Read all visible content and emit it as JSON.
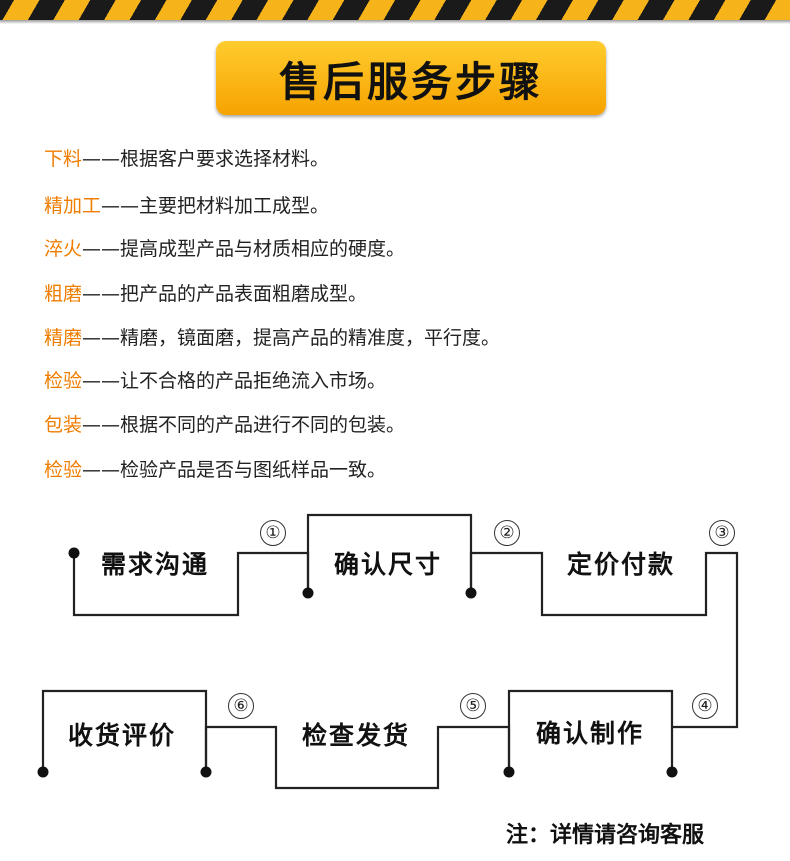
{
  "title": "售后服务步骤",
  "separator": "——",
  "steps": [
    {
      "name": "下料",
      "desc": "根据客户要求选择材料。"
    },
    {
      "name": "精加工",
      "desc": "主要把材料加工成型。"
    },
    {
      "name": "淬火",
      "desc": "提高成型产品与材质相应的硬度。"
    },
    {
      "name": "粗磨",
      "desc": "把产品的产品表面粗磨成型。"
    },
    {
      "name": "精磨",
      "desc": "精磨，镜面磨，提高产品的精准度，平行度。"
    },
    {
      "name": "检验",
      "desc": "让不合格的产品拒绝流入市场。"
    },
    {
      "name": "包装",
      "desc": "根据不同的产品进行不同的包装。"
    },
    {
      "name": "检验",
      "desc": "检验产品是否与图纸样品一致。"
    }
  ],
  "flow": {
    "stages": [
      "需求沟通",
      "确认尺寸",
      "定价付款",
      "确认制作",
      "检查发货",
      "收货评价"
    ],
    "markers": [
      "①",
      "②",
      "③",
      "④",
      "⑤",
      "⑥"
    ]
  },
  "note": "注：详情请咨询客服",
  "colors": {
    "accent": "#ef7d00",
    "title_bg": "#f8b418",
    "stripe_dark": "#1a1a1a"
  }
}
